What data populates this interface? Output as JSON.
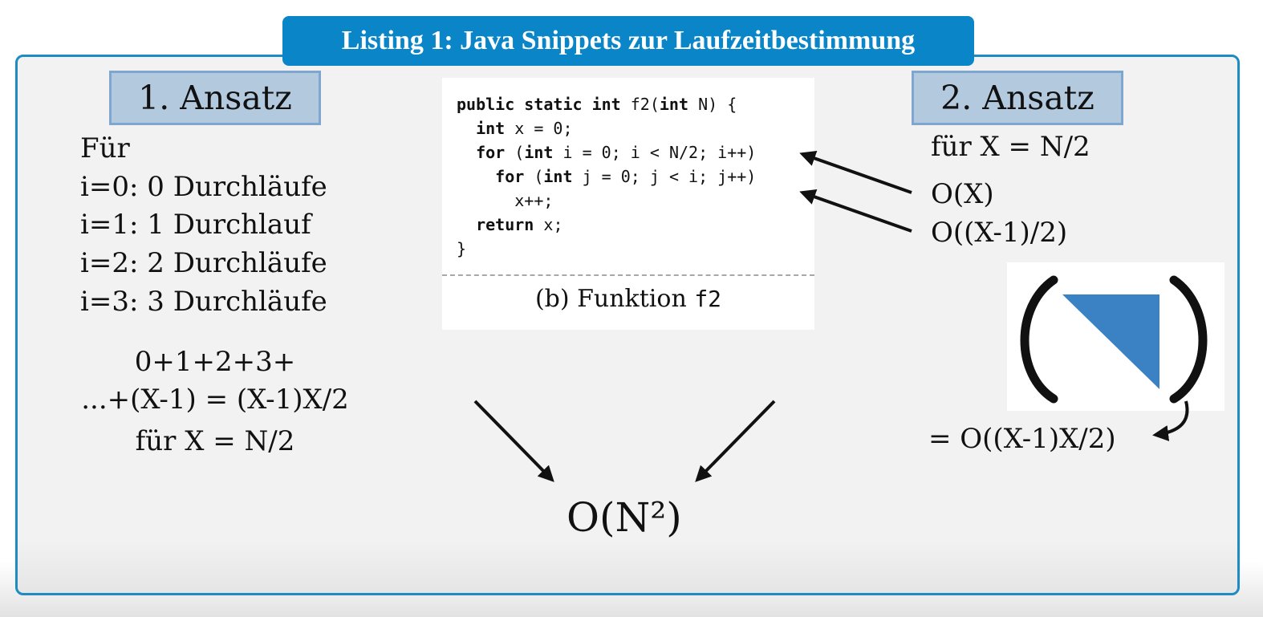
{
  "title": "Listing 1: Java Snippets zur Laufzeitbestimmung",
  "ansatz1": {
    "label": "1. Ansatz",
    "lines": [
      "Für",
      "i=0: 0 Durchläufe",
      "i=1: 1 Durchlauf",
      "i=2: 2 Durchläufe",
      "i=3: 3 Durchläufe"
    ],
    "sum_lines": [
      "0+1+2+3+",
      "...+(X-1) = (X-1)X/2",
      "für X = N/2"
    ]
  },
  "code": {
    "lines": [
      "public static int f2(int N) {",
      "  int x = 0;",
      "  for (int i = 0; i < N/2; i++)",
      "    for (int j = 0; j < i; j++)",
      "      x++;",
      "  return x;",
      "}"
    ],
    "keywords": [
      "public",
      "static",
      "int",
      "for",
      "return"
    ],
    "caption_prefix": "(b) Funktion ",
    "caption_code": "f2"
  },
  "ansatz2": {
    "label": "2. Ansatz",
    "subst": "für X = N/2",
    "outer_loop": "O(X)",
    "inner_loop": "O((X-1)/2)",
    "result": "= O((X-1)X/2)"
  },
  "conclusion": "O(N²)",
  "colors": {
    "accent": "#0a86c8",
    "frame_border": "#1e8bc3",
    "ansatz_fill": "#b3c9de",
    "triangle": "#3a82c4"
  },
  "icons": {
    "triangle": "blue-right-triangle-icon",
    "arrows": "black-arrow-icon"
  }
}
